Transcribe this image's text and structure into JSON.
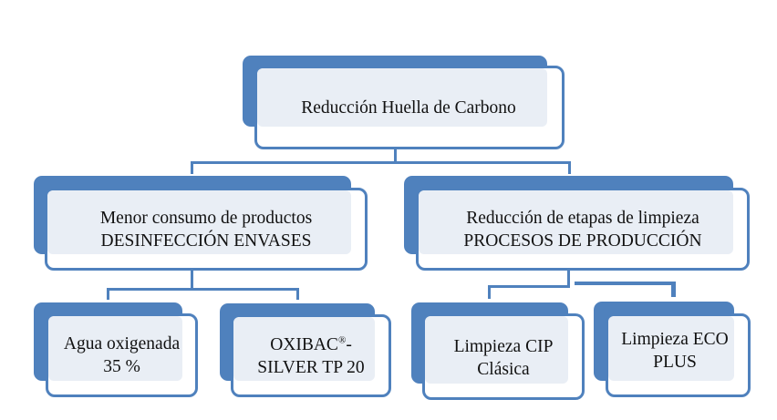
{
  "diagram": {
    "root": {
      "label": "Reducción Huella de Carbono"
    },
    "branches": [
      {
        "title": "Menor consumo de productos",
        "subtitle": "DESINFECCIÓN ENVASES",
        "children": [
          {
            "line1": "Agua oxigenada",
            "line2": "35 %"
          },
          {
            "line1": "OXIBAC",
            "sup": "®",
            "line1_suffix": "-",
            "line2": "SILVER TP 20"
          }
        ]
      },
      {
        "title": "Reducción de etapas de limpieza",
        "subtitle": "PROCESOS DE PRODUCCIÓN",
        "children": [
          {
            "line1": "Limpieza CIP",
            "line2": "Clásica"
          },
          {
            "line1": "Limpieza ECO",
            "line2": "PLUS"
          }
        ]
      }
    ],
    "colors": {
      "accent": "#4f81bd",
      "fill": "#e9eef5"
    }
  }
}
